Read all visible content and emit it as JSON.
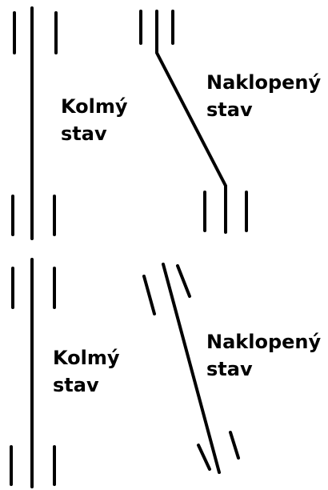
{
  "diagrams": [
    {
      "id": "top",
      "left": {
        "line1": "Kolmý",
        "line2": "stav"
      },
      "right": {
        "line1": "Naklopený",
        "line2": "stav"
      }
    },
    {
      "id": "bottom",
      "left": {
        "line1": "Kolmý",
        "line2": "stav"
      },
      "right": {
        "line1": "Naklopený",
        "line2": "stav"
      }
    }
  ],
  "colors": {
    "stroke": "#000000",
    "background": "#ffffff"
  }
}
